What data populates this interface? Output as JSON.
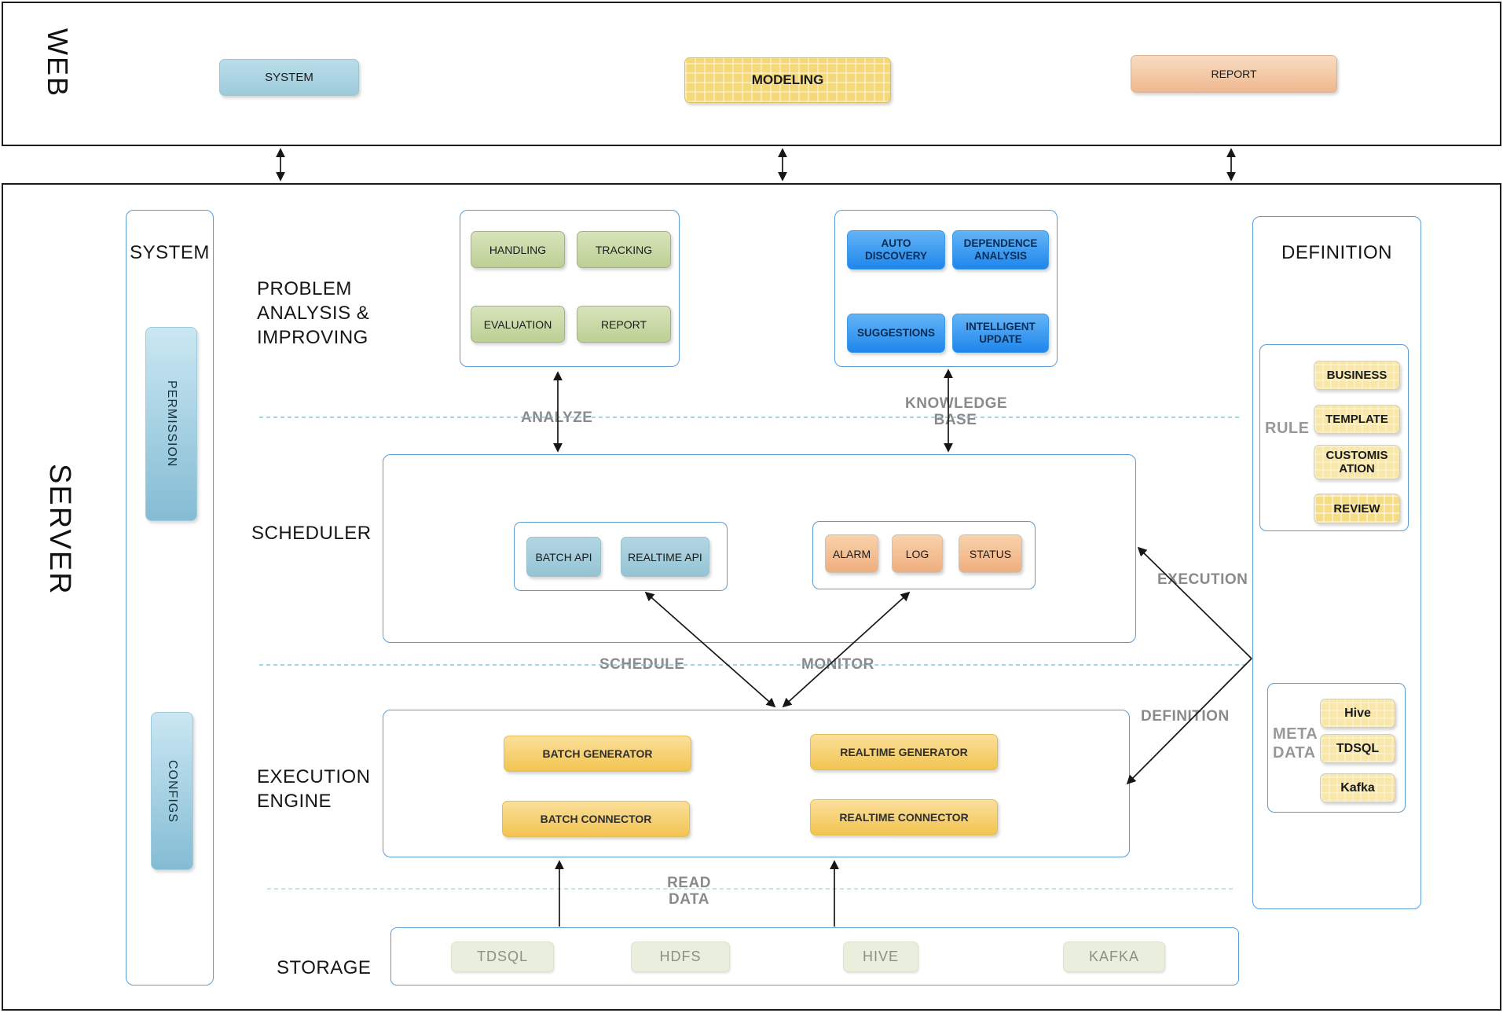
{
  "web": {
    "label": "WEB",
    "buttons": [
      "SYSTEM",
      "MODELING",
      "REPORT"
    ]
  },
  "server": {
    "label": "SERVER",
    "system_panel": {
      "title": "SYSTEM",
      "items": [
        "PERMISSION",
        "CONFIGS"
      ]
    },
    "problem": {
      "title": "PROBLEM ANALYSIS & IMPROVING",
      "buttons": [
        "HANDLING",
        "TRACKING",
        "EVALUATION",
        "REPORT"
      ]
    },
    "knowledge": {
      "buttons": [
        "AUTO DISCOVERY",
        "DEPENDENCE ANALYSIS",
        "SUGGESTIONS",
        "INTELLIGENT UPDATE"
      ]
    },
    "definition": {
      "title": "DEFINITION",
      "rule": {
        "label": "RULE",
        "buttons": [
          "BUSINESS",
          "TEMPLATE",
          "CUSTOMISATION",
          "REVIEW"
        ]
      },
      "metadata": {
        "label": "META DATA",
        "buttons": [
          "Hive",
          "TDSQL",
          "Kafka"
        ]
      }
    },
    "scheduler": {
      "title": "SCHEDULER",
      "api_buttons": [
        "BATCH API",
        "REALTIME API"
      ],
      "monitor_buttons": [
        "ALARM",
        "LOG",
        "STATUS"
      ]
    },
    "execution": {
      "title": "EXECUTION ENGINE",
      "buttons": [
        "BATCH GENERATOR",
        "REALTIME GENERATOR",
        "BATCH CONNECTOR",
        "REALTIME CONNECTOR"
      ]
    },
    "storage": {
      "title": "STORAGE",
      "buttons": [
        "TDSQL",
        "HDFS",
        "HIVE",
        "KAFKA"
      ]
    },
    "flow": {
      "analyze": "ANALYZE",
      "knowledge_base": "KNOWLEDGE BASE",
      "schedule": "SCHEDULE",
      "monitor": "MONITOR",
      "execution": "EXECUTION",
      "definition": "DEFINITION",
      "read_data": "READ DATA"
    }
  },
  "colors": {
    "panel_border": "#5b9bd5",
    "outer_border": "#1c1c1c",
    "web_system_blue": "#a9d2e2",
    "modeling_yellow": "#f5d87a",
    "report_peach": "#f3c59e",
    "green_button": "#c8d8a6",
    "knowledge_blue": "#2e96ef",
    "api_light_blue": "#a3ccdb",
    "monitor_orange": "#f4c096",
    "engine_yellow": "#f5cf63",
    "rule_pale_yellow": "#f8e7a9",
    "storage_gray_green": "#eaeedd",
    "dashed_line_teal": "#6fbfca",
    "gray_label": "#8a8a8a"
  }
}
